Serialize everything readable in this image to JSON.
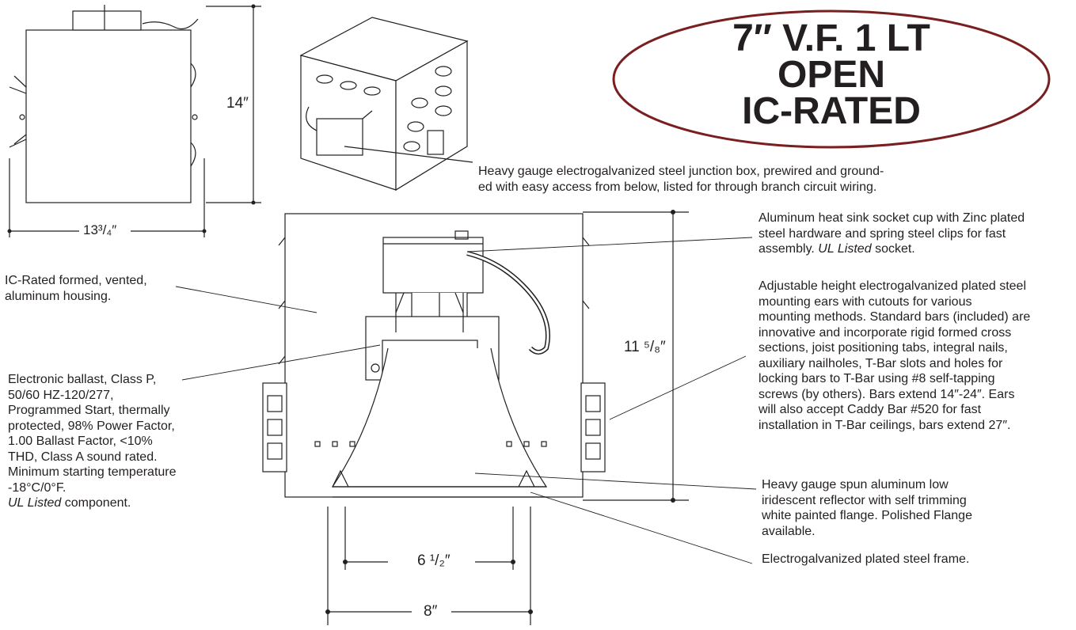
{
  "title": {
    "line1": "7″ V.F. 1 LT",
    "line2": "OPEN",
    "line3": "IC-RATED",
    "oval_color": "#7a1f1f"
  },
  "dimensions": {
    "top_height": "14″",
    "top_width": "13³/₄″",
    "main_height": "11 ⁵/₈″",
    "aperture": "6 ¹/₂″",
    "overall": "8″"
  },
  "callouts": {
    "junction_box": [
      "Heavy gauge electrogalvanized steel junction box, prewired and ground-",
      "ed with easy access from below, listed for through branch circuit wiring."
    ],
    "heat_sink": [
      "Aluminum heat sink socket cup with Zinc plated",
      "steel hardware and spring steel clips for fast",
      "assembly."
    ],
    "heat_sink_italic": "UL Listed",
    "heat_sink_end": "socket.",
    "housing": [
      "IC-Rated formed, vented,",
      "aluminum housing."
    ],
    "mounting": [
      "Adjustable height electrogalvanized plated steel",
      "mounting ears with cutouts for various",
      "mounting methods. Standard bars (included) are",
      "innovative and incorporate rigid formed cross",
      "sections, joist positioning tabs, integral nails,",
      "auxiliary nailholes, T-Bar slots and holes for",
      "locking bars to T-Bar using #8 self-tapping",
      "screws (by others). Bars extend 14″-24″. Ears",
      "will also accept Caddy Bar #520 for fast",
      "installation in T-Bar ceilings, bars extend 27″."
    ],
    "ballast": [
      "Electronic ballast, Class P,",
      "50/60 HZ-120/277,",
      "Programmed Start, thermally",
      "protected, 98% Power Factor,",
      "1.00 Ballast Factor, <10%",
      "THD, Class A sound rated.",
      "Minimum starting temperature",
      "-18°C/0°F."
    ],
    "ballast_italic": "UL Listed",
    "ballast_end": "component.",
    "reflector": [
      "Heavy gauge spun aluminum low",
      "iridescent reflector with self trimming",
      "white painted flange. Polished Flange",
      "available."
    ],
    "frame": "Electrogalvanized plated steel frame."
  }
}
